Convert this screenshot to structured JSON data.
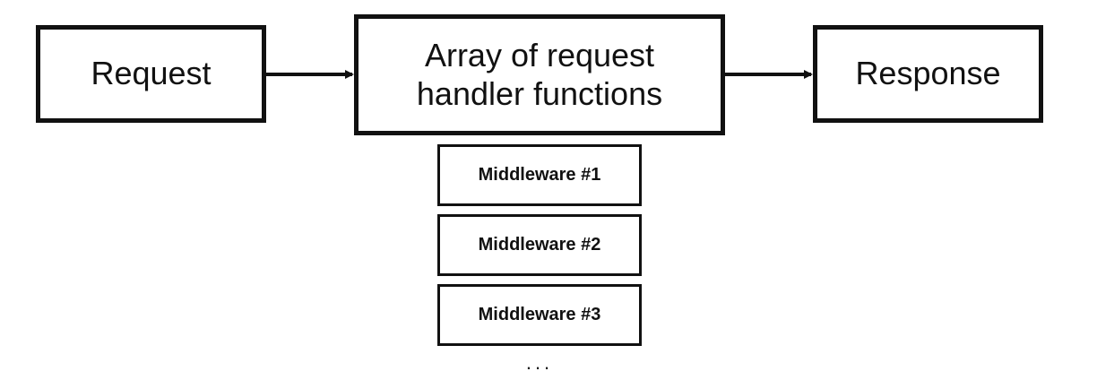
{
  "diagram": {
    "request_label": "Request",
    "handlers_label_line1": "Array of request",
    "handlers_label_line2": "handler functions",
    "response_label": "Response",
    "middleware": [
      {
        "label": "Middleware #1"
      },
      {
        "label": "Middleware #2"
      },
      {
        "label": "Middleware #3"
      }
    ],
    "more_indicator": "...",
    "line_color": "#111111"
  }
}
